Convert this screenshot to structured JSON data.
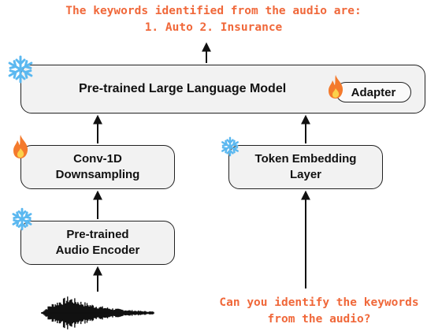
{
  "output": {
    "line1": "The keywords identified from the audio are:",
    "line2": "1. Auto 2. Insurance"
  },
  "llm": {
    "label": "Pre-trained Large Language Model",
    "adapter_label": "Adapter",
    "frozen_icon": "snowflake-icon"
  },
  "conv": {
    "line1": "Conv-1D",
    "line2": "Downsampling",
    "trainable_icon": "flame-icon"
  },
  "token": {
    "line1": "Token Embedding",
    "line2": "Layer",
    "frozen_icon": "snowflake-icon"
  },
  "encoder": {
    "line1": "Pre-trained",
    "line2": "Audio Encoder",
    "frozen_icon": "snowflake-icon"
  },
  "prompt": {
    "line1": "Can you identify the keywords",
    "line2": "from the audio?"
  },
  "colors": {
    "accent_text": "#f0683a",
    "frozen_icon": "#5bb8f0",
    "flame_outer": "#f47a2c",
    "flame_inner": "#fbd14b",
    "box_fill": "#f2f2f2"
  }
}
